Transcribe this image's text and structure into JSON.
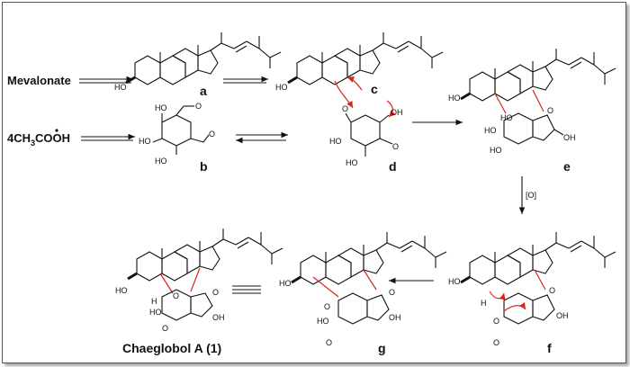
{
  "precursors": {
    "mevalonate": "Mevalonate",
    "acetate": "4CH3COOH",
    "acetate_parts": [
      "4CH",
      "3",
      "COOH"
    ]
  },
  "compound_labels": {
    "a": "a",
    "b": "b",
    "c": "c",
    "d": "d",
    "e": "e",
    "f": "f",
    "g": "g"
  },
  "product_name": "Chaeglobol A (1)",
  "oxidation_label": "[O]",
  "atoms": {
    "HO": "HO",
    "OH": "OH",
    "O": "O",
    "H": "H"
  },
  "colors": {
    "bond": "#111111",
    "new_bond": "#d9261c",
    "frame": "#555555"
  }
}
